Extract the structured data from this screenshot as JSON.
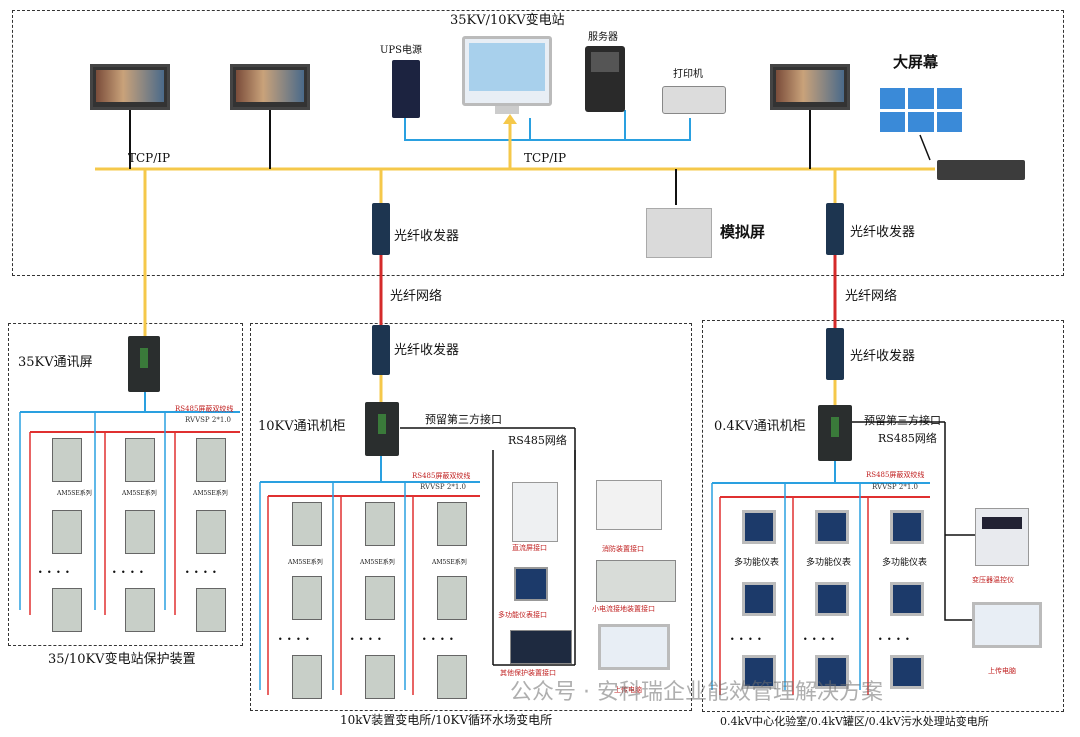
{
  "substation": {
    "title": "35KV/10KV变电站"
  },
  "network": {
    "tcpip_left": "TCP/IP",
    "tcpip_right": "TCP/IP"
  },
  "devices": {
    "ups": "UPS电源",
    "server": "服务器",
    "printer": "打印机",
    "big_screen": "大屏幕",
    "sim_screen": "模拟屏",
    "fiber_transceiver": "光纤收发器",
    "fiber_network": "光纤网络"
  },
  "sections": {
    "left": {
      "cabinet": "35KV通讯屏",
      "caption": "35/10KV变电站保护装置"
    },
    "middle": {
      "cabinet": "10KV通讯机柜",
      "reserve": "预留第三方接口",
      "rs485": "RS485网络",
      "caption": "10kV装置变电所/10KV循环水场变电所"
    },
    "right": {
      "cabinet": "0.4KV通讯机柜",
      "reserve": "预留第三方接口",
      "rs485": "RS485网络",
      "caption": "0.4kV中心化验室/0.4kV罐区/0.4kV污水处理站变电所"
    }
  },
  "bus_labels": {
    "shield": "RS485屏蔽双绞线",
    "spec": "RVVSP 2*1.0"
  },
  "relay_series": "AM5SE系列",
  "meter_label": "多功能仪表",
  "ellipsis": ". . . .",
  "peripherals": {
    "dc_screen": "直流屏接口",
    "fire": "消防装置接口",
    "multi_meter": "多功能仪表接口",
    "small_current": "小电流接地装置接口",
    "other_protect": "其他保护装置接口",
    "host": "上传电脑",
    "temp_ctrl": "变压器温控仪",
    "upload": "上传电脑"
  },
  "watermark": "公众号 · 安科瑞企业能效管理解决方案",
  "colors": {
    "bus": "#f5c84a",
    "fiber": "#d42a2a",
    "blue_wire": "#2aa0e0",
    "red_wire": "#e03030"
  }
}
